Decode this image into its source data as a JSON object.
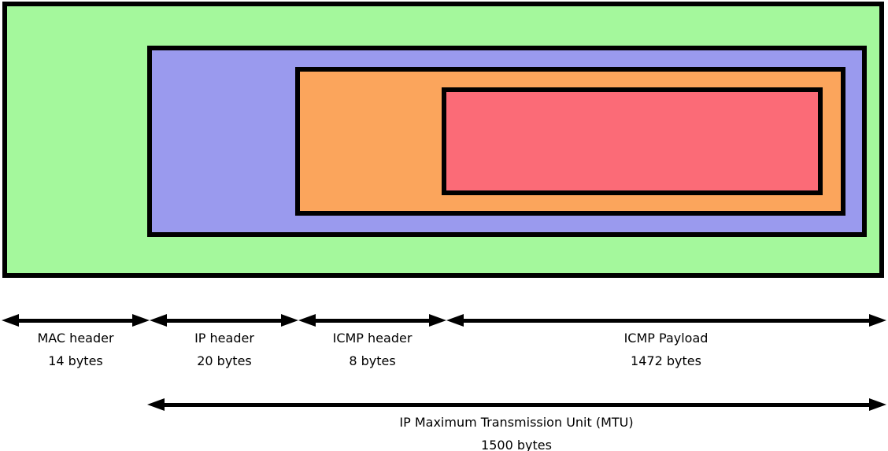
{
  "diagram": {
    "type": "packet-encapsulation",
    "colors": {
      "outer_rect": "#A4F89C",
      "ip_rect": "#9A9AEE",
      "icmp_rect": "#FBA55C",
      "payload_rect": "#FB6B77",
      "border": "#000000",
      "arrow": "#000000",
      "background": "#FFFFFF"
    },
    "segments": [
      {
        "label": "MAC header",
        "size": "14 bytes"
      },
      {
        "label": "IP header",
        "size": "20 bytes"
      },
      {
        "label": "ICMP header",
        "size": "8 bytes"
      },
      {
        "label": "ICMP Payload",
        "size": "1472 bytes"
      }
    ],
    "mtu": {
      "label": "IP Maximum Transmission Unit (MTU)",
      "size": "1500 bytes"
    }
  }
}
